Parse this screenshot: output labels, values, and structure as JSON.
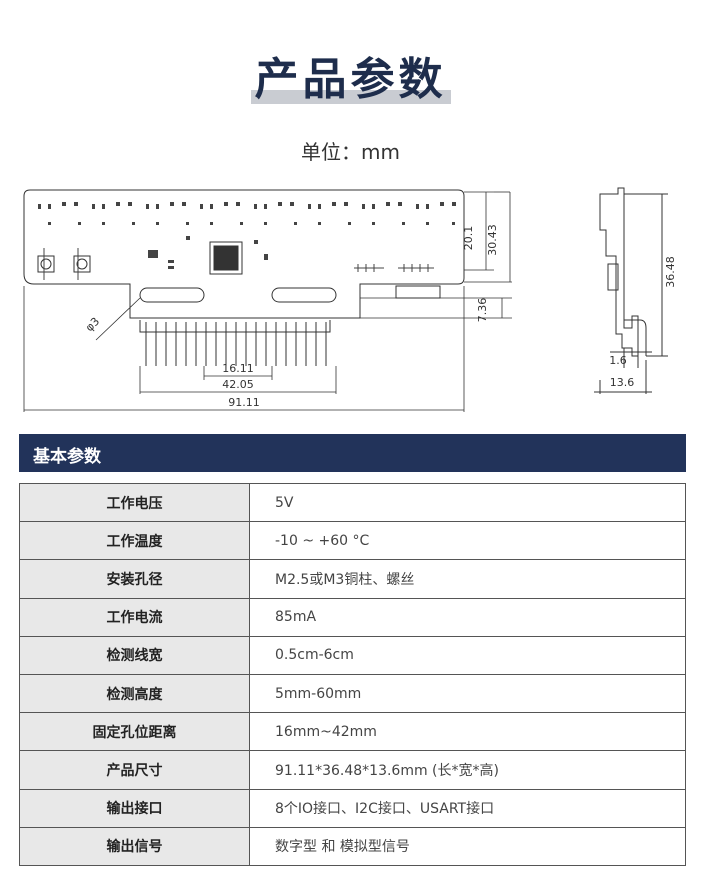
{
  "page": {
    "title": "产品参数",
    "unit": "单位：mm"
  },
  "drawing": {
    "dims": {
      "h1": "20.1",
      "h2": "30.43",
      "h3": "7.36",
      "hole": "φ3",
      "w1": "16.11",
      "w2": "42.05",
      "w3": "91.11",
      "side_h": "36.48",
      "side_w1": "1.6",
      "side_w2": "13.6"
    }
  },
  "section": {
    "title": "基本参数"
  },
  "params": [
    {
      "key": "工作电压",
      "value": "5V"
    },
    {
      "key": "工作温度",
      "value": "-10 ~ +60 °C"
    },
    {
      "key": "安装孔径",
      "value": "M2.5或M3铜柱、螺丝"
    },
    {
      "key": "工作电流",
      "value": "85mA"
    },
    {
      "key": "检测线宽",
      "value": "0.5cm-6cm"
    },
    {
      "key": "检测高度",
      "value": "5mm-60mm"
    },
    {
      "key": "固定孔位距离",
      "value": "16mm~42mm"
    },
    {
      "key": "产品尺寸",
      "value": "91.11*36.48*13.6mm (长*宽*高)"
    },
    {
      "key": "输出接口",
      "value": "8个IO接口、I2C接口、USART接口"
    },
    {
      "key": "输出信号",
      "value": "数字型 和 模拟型信号"
    }
  ]
}
